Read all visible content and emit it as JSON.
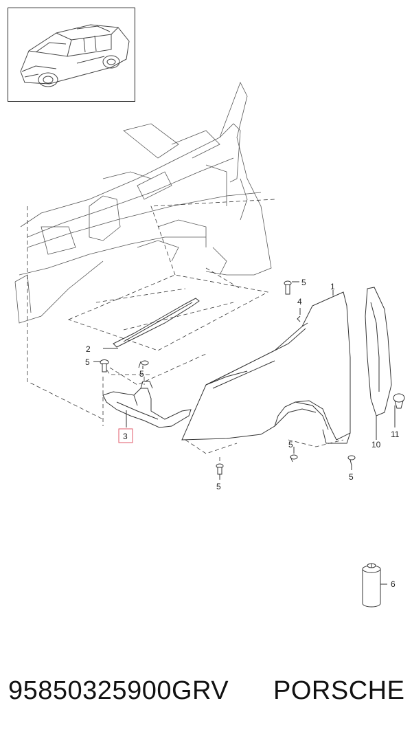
{
  "callouts": {
    "c1": "1",
    "c2": "2",
    "c3": "3",
    "c4": "4",
    "c5a": "5",
    "c5b": "5",
    "c5c": "5",
    "c5d": "5",
    "c5e": "5",
    "c5f": "5",
    "c6": "6",
    "c10": "10",
    "c11": "11"
  },
  "highlight_color": "#e05a6a",
  "footer": {
    "part_number": "95850325900GRV",
    "brand": "PORSCHE"
  }
}
